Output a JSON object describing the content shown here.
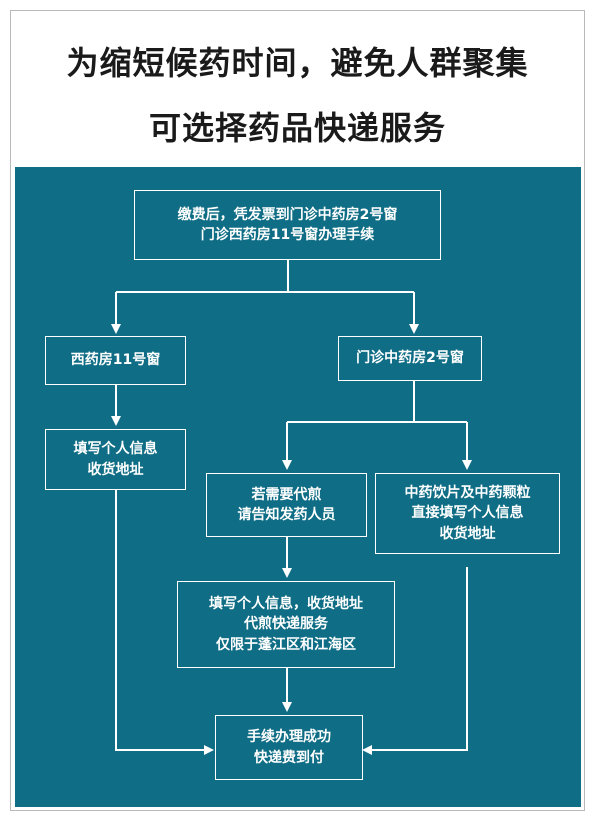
{
  "title": {
    "line1": "为缩短候药时间，避免人群聚集",
    "line2": "可选择药品快递服务"
  },
  "flow": {
    "start": {
      "line1": "缴费后，凭发票到门诊中药房2号窗",
      "line2": "门诊西药房11号窗办理手续"
    },
    "west": {
      "line1": "西药房11号窗"
    },
    "tcm": {
      "line1": "门诊中药房2号窗"
    },
    "west_fill": {
      "line1": "填写个人信息",
      "line2": "收货地址"
    },
    "decoct": {
      "line1": "若需要代煎",
      "line2": "请告知发药人员"
    },
    "direct": {
      "line1": "中药饮片及中药颗粒",
      "line2": "直接填写个人信息",
      "line3": "收货地址"
    },
    "decoct_fill": {
      "line1": "填写个人信息，收货地址",
      "line2": "代煎快递服务",
      "line3": "仅限于蓬江区和江海区"
    },
    "done": {
      "line1": "手续办理成功",
      "line2": "快递费到付"
    }
  },
  "colors": {
    "panel": "#0f6d85",
    "lines": "#ffffff"
  }
}
